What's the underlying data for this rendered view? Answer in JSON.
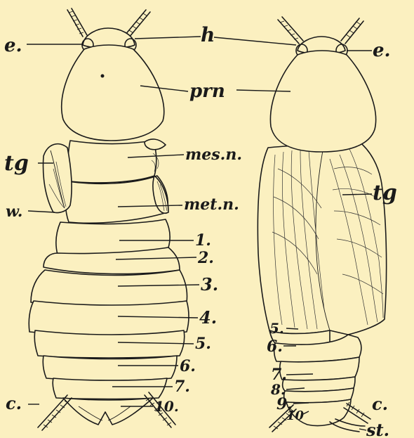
{
  "labels": {
    "left": {
      "eye": "e.",
      "pronotum": "prn",
      "tegmen": "tg",
      "mesonotum": "mes.n.",
      "metanotum": "met.n.",
      "wing": "w.",
      "seg1": "1.",
      "seg2": "2.",
      "seg3": "3.",
      "seg4": "4.",
      "seg5": "5.",
      "seg6": "6.",
      "seg7": "7.",
      "seg10": "10.",
      "cercus": "c."
    },
    "center": {
      "head": "h"
    },
    "right": {
      "eye": "e.",
      "tegmen": "tg",
      "seg5": "5.",
      "seg6": "6.",
      "seg7": "7.",
      "seg8": "8.",
      "seg9": "9.",
      "seg10": "10",
      "cercus": "c.",
      "stylus": "st."
    }
  }
}
